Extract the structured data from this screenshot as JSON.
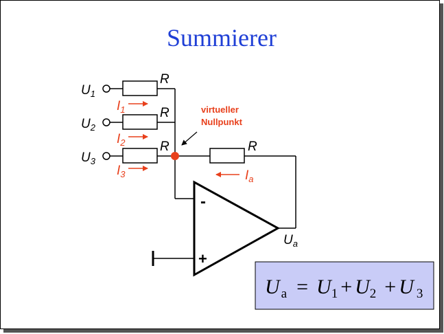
{
  "title": "Summierer",
  "colors": {
    "title": "#1f3fd6",
    "current": "#e8401c",
    "node": "#e8401c",
    "formula_box": "#c9ccf7"
  },
  "inputs": [
    {
      "label": "U",
      "sub": "1"
    },
    {
      "label": "U",
      "sub": "2"
    },
    {
      "label": "U",
      "sub": "3"
    }
  ],
  "input_resistor_label": "R",
  "feedback_resistor_label": "R",
  "currents": [
    {
      "label": "I",
      "sub": "1"
    },
    {
      "label": "I",
      "sub": "2"
    },
    {
      "label": "I",
      "sub": "3"
    },
    {
      "label": "I",
      "sub": "a"
    }
  ],
  "annotation": {
    "line1": "virtueller",
    "line2": "Nullpunkt"
  },
  "opamp": {
    "minus": "-",
    "plus": "+"
  },
  "output": {
    "label": "U",
    "sub": "a"
  },
  "formula": {
    "lhs": {
      "label": "U",
      "sub": "a"
    },
    "equals": "=",
    "terms": [
      {
        "label": "U",
        "sub": "1"
      },
      {
        "label": "U",
        "sub": "2"
      },
      {
        "label": "U",
        "sub": "3"
      }
    ],
    "plus": "+"
  }
}
